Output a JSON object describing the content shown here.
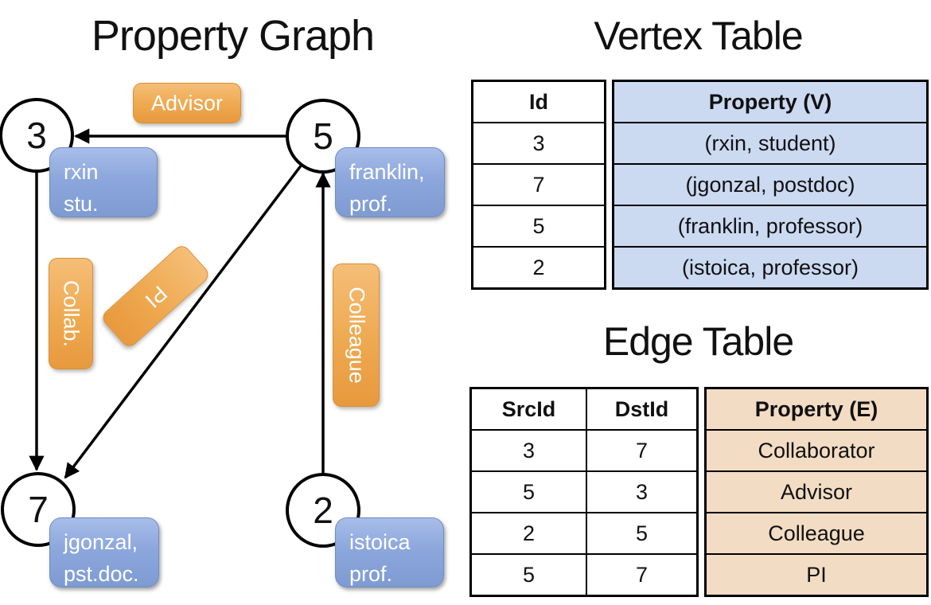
{
  "graph": {
    "title": "Property Graph",
    "nodes": [
      {
        "id": "3",
        "property": "rxin\nstu."
      },
      {
        "id": "5",
        "property": "franklin,\nprof."
      },
      {
        "id": "7",
        "property": "jgonzal,\npst.doc."
      },
      {
        "id": "2",
        "property": "istoica\nprof."
      }
    ],
    "edges": [
      {
        "src": "5",
        "dst": "3",
        "label": "Advisor"
      },
      {
        "src": "3",
        "dst": "7",
        "label": "Collab."
      },
      {
        "src": "5",
        "dst": "7",
        "label": "PI"
      },
      {
        "src": "2",
        "dst": "5",
        "label": "Colleague"
      }
    ]
  },
  "vertex_table": {
    "title": "Vertex Table",
    "columns": {
      "id": "Id",
      "property": "Property (V)"
    },
    "rows": [
      {
        "id": "3",
        "property": "(rxin, student)"
      },
      {
        "id": "7",
        "property": "(jgonzal, postdoc)"
      },
      {
        "id": "5",
        "property": "(franklin, professor)"
      },
      {
        "id": "2",
        "property": "(istoica, professor)"
      }
    ]
  },
  "edge_table": {
    "title": "Edge Table",
    "columns": {
      "src": "SrcId",
      "dst": "DstId",
      "property": "Property (E)"
    },
    "rows": [
      {
        "src": "3",
        "dst": "7",
        "property": "Collaborator"
      },
      {
        "src": "5",
        "dst": "3",
        "property": "Advisor"
      },
      {
        "src": "2",
        "dst": "5",
        "property": "Colleague"
      },
      {
        "src": "5",
        "dst": "7",
        "property": "PI"
      }
    ]
  },
  "colors": {
    "vertex_accent": "#CBD9F1",
    "edge_accent": "#F2DCC3",
    "node_property_blue": "#8CA7DC",
    "edge_label_orange": "#EEA950",
    "line_black": "#000000"
  }
}
